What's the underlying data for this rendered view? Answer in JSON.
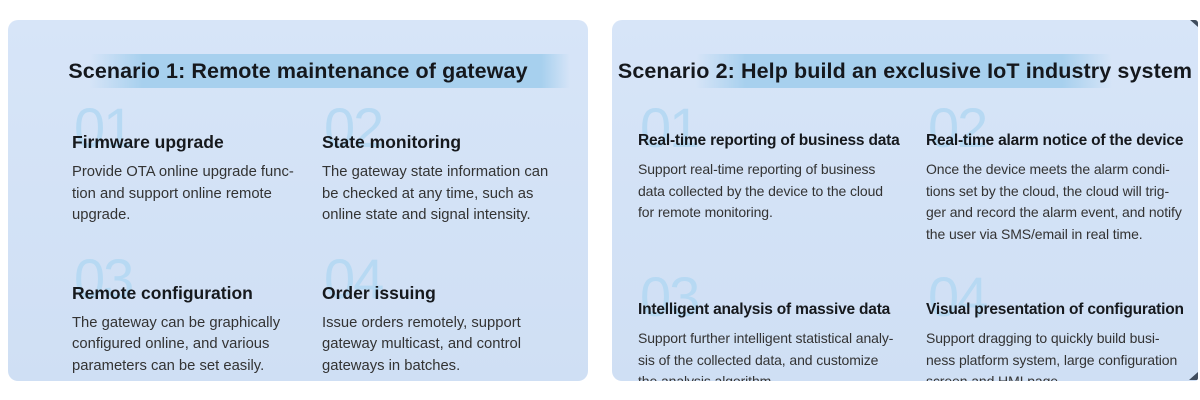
{
  "colors": {
    "page_background": "#ffffff",
    "card_background": "#d3e2f5",
    "title_highlight": "#a7d0ee",
    "number_color": "#b7d9f3",
    "heading_color": "#16191d",
    "body_color": "#333333",
    "corner_accent": "#3f4c5d"
  },
  "cards": [
    {
      "title": "Scenario 1: Remote maintenance of gateway",
      "items": [
        {
          "number": "01",
          "heading": "Firmware upgrade",
          "body": "Provide OTA online upgrade func-\ntion and support online remote\nupgrade."
        },
        {
          "number": "02",
          "heading": "State monitoring",
          "body": "The gateway state information can\nbe checked at any time, such as\nonline state and signal intensity."
        },
        {
          "number": "03",
          "heading": "Remote configuration",
          "body": "The gateway can be graphically\nconfigured online, and various\nparameters can be set easily."
        },
        {
          "number": "04",
          "heading": "Order issuing",
          "body": "Issue orders remotely, support\ngateway multicast, and control\ngateways in batches."
        }
      ]
    },
    {
      "title": "Scenario 2: Help build an exclusive IoT industry system",
      "items": [
        {
          "number": "01",
          "heading": "Real-time reporting of business data",
          "body": "Support real-time reporting of business\ndata collected by the device to the cloud\nfor remote monitoring."
        },
        {
          "number": "02",
          "heading": "Real-time alarm notice of the device",
          "body": "Once the device meets the alarm condi-\ntions set by the cloud, the cloud will trig-\nger and record the alarm event, and notify\nthe user via SMS/email in real time."
        },
        {
          "number": "03",
          "heading": "Intelligent analysis of massive data",
          "body": "Support further intelligent statistical analy-\nsis of the collected data, and customize\nthe analysis algorithm."
        },
        {
          "number": "04",
          "heading": "Visual presentation of configuration",
          "body": "Support dragging to quickly build busi-\nness platform system, large configuration\nscreen and HMI page."
        }
      ]
    }
  ]
}
